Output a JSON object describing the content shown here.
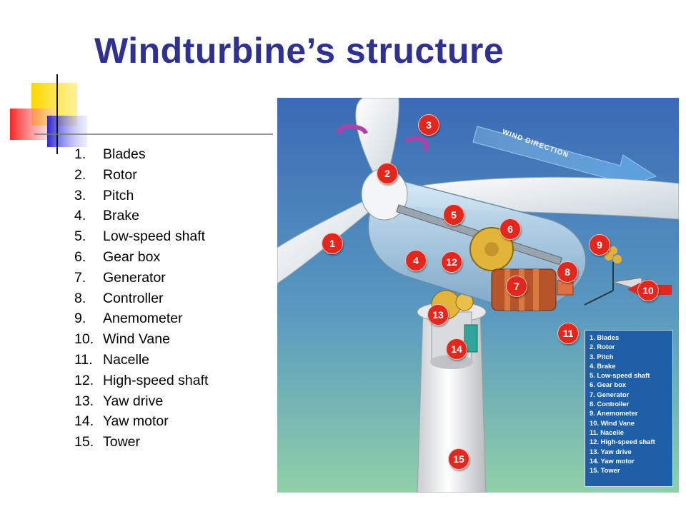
{
  "title": "Windturbine’s structure",
  "parts_list": [
    {
      "num": "1.",
      "label": "Blades"
    },
    {
      "num": "2.",
      "label": "Rotor"
    },
    {
      "num": "3.",
      "label": "Pitch"
    },
    {
      "num": "4.",
      "label": "Brake"
    },
    {
      "num": "5.",
      "label": "Low-speed shaft"
    },
    {
      "num": "6.",
      "label": "Gear box"
    },
    {
      "num": "7.",
      "label": "Generator"
    },
    {
      "num": "8.",
      "label": "Controller"
    },
    {
      "num": "9.",
      "label": "Anemometer"
    },
    {
      "num": "10.",
      "label": "Wind Vane"
    },
    {
      "num": "11.",
      "label": "Nacelle"
    },
    {
      "num": "12.",
      "label": "High-speed shaft"
    },
    {
      "num": "13.",
      "label": "Yaw drive"
    },
    {
      "num": "14.",
      "label": "Yaw motor"
    },
    {
      "num": "15.",
      "label": "Tower"
    }
  ],
  "figure": {
    "wind_direction_label": "WIND DIRECTION",
    "legend": [
      "1. Blades",
      "2. Rotor",
      "3. Pitch",
      "4. Brake",
      "5. Low-speed shaft",
      "6. Gear box",
      "7. Generator",
      "8. Controller",
      "9. Anemometer",
      "10. Wind Vane",
      "11. Nacelle",
      "12. High-speed shaft",
      "13. Yaw drive",
      "14. Yaw motor",
      "15. Tower"
    ],
    "callouts": [
      "1",
      "2",
      "3",
      "4",
      "5",
      "6",
      "7",
      "8",
      "9",
      "10",
      "11",
      "12",
      "13",
      "14",
      "15"
    ]
  },
  "colors": {
    "title": "#2e3192",
    "callout": "#e4261c",
    "legend_bg": "#1f5fa8",
    "sky_top": "#3a6ab5",
    "sky_bottom": "#8fd0a8"
  }
}
